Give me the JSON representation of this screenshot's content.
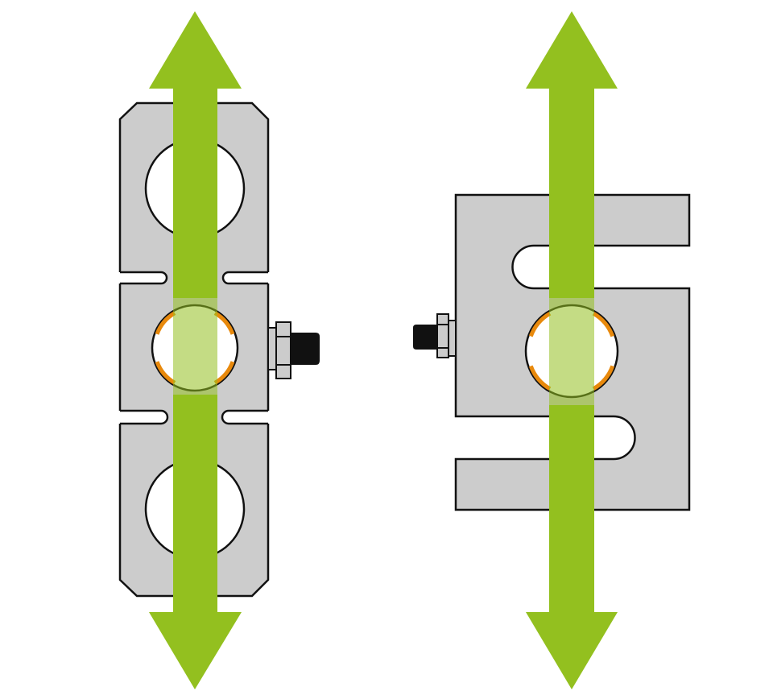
{
  "diagram": {
    "items": [
      {
        "name": "tension-link-load-cell",
        "force": "bidirectional-vertical"
      },
      {
        "name": "s-type-load-cell",
        "force": "bidirectional-vertical"
      }
    ]
  },
  "colors": {
    "body": "#cccccc",
    "outline": "#111111",
    "arrow": "#93c01f",
    "arrow_light": "#c2de80",
    "strain_gauge": "#e8890c",
    "connector": "#111111"
  }
}
